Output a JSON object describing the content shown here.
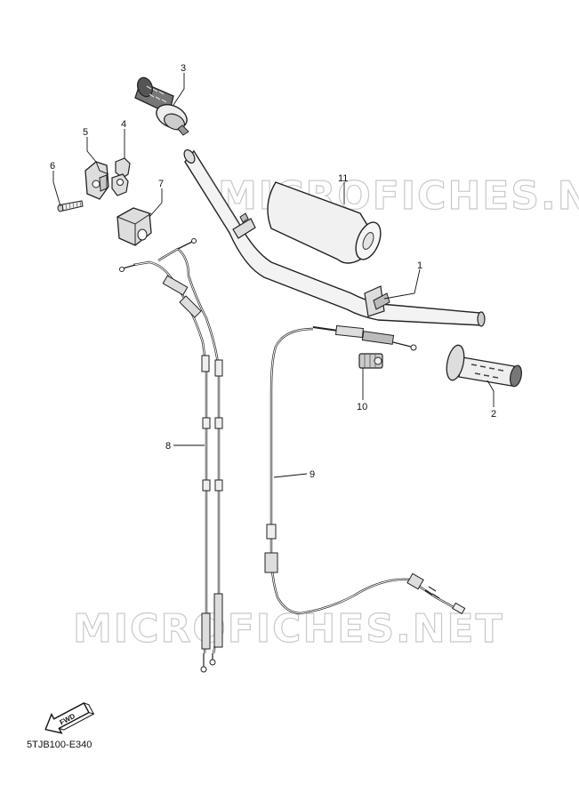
{
  "watermark": "MICROFICHES.NET",
  "diagram_code": "5TJB100-E340",
  "fwd_label": "FWD",
  "callouts": {
    "p1": "1",
    "p2": "2",
    "p3": "3",
    "p4": "4",
    "p5": "5",
    "p6": "6",
    "p7": "7",
    "p8": "8",
    "p9": "9",
    "p10": "10",
    "p11": "11"
  }
}
